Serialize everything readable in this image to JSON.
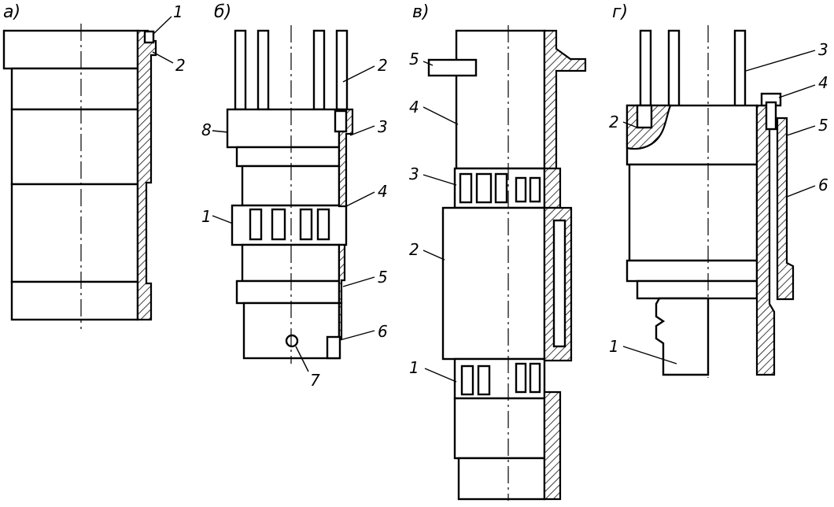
{
  "panels": [
    {
      "id": "a",
      "label": "а)",
      "callouts": [
        "1",
        "2"
      ]
    },
    {
      "id": "b",
      "label": "б)",
      "callouts": [
        "1",
        "2",
        "3",
        "4",
        "5",
        "6",
        "7",
        "8"
      ]
    },
    {
      "id": "v",
      "label": "в)",
      "callouts": [
        "1",
        "2",
        "3",
        "4",
        "5"
      ]
    },
    {
      "id": "g",
      "label": "г)",
      "callouts": [
        "1",
        "2",
        "3",
        "4",
        "5",
        "6"
      ]
    }
  ]
}
